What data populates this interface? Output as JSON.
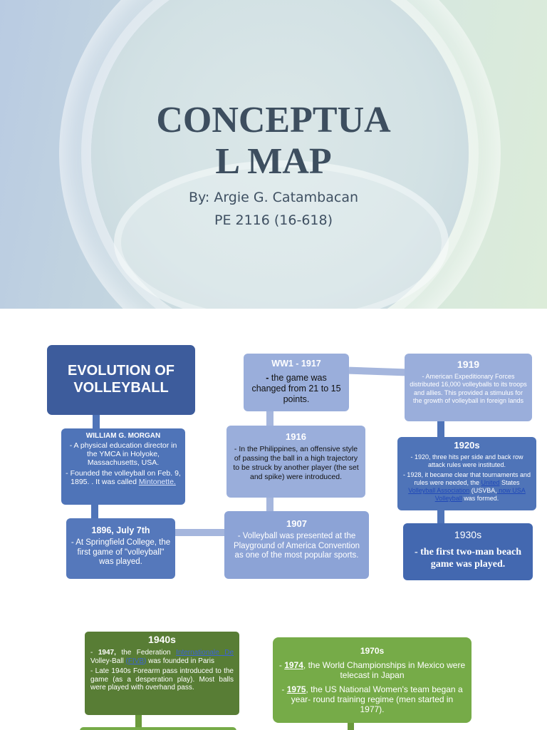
{
  "title_slide": {
    "title_line1": "CONCEPTUA",
    "title_line2": "L MAP",
    "author": "By: Argie G. Catambacan",
    "course": "PE 2116 (16-618)"
  },
  "evolution": {
    "main_title": "EVOLUTION OF VOLLEYBALL",
    "morgan": {
      "heading": "WILLIAM G. MORGAN",
      "line1": "- A physical education director in the  YMCA in Holyoke, Massachusetts, USA.",
      "line2_prefix": "- Founded the volleyball on Feb. 9, 1895.  .  It was called",
      "line2_link": "Mintonette."
    },
    "y1896": {
      "heading": "1896, July 7th",
      "text": "- At Springfield College, the first  game of \"volleyball\" was played."
    },
    "y1907": {
      "heading": "1907",
      "text": "- Volleyball was presented at the Playground of America Convention  as one of the most popular sports."
    },
    "y1916": {
      "heading": "1916",
      "text": "- In the Philippines, an offensive style of passing the ball in a high trajectory to be struck by another player (the set and  spike) were introduced."
    },
    "ww1": {
      "heading": "WW1 - 1917",
      "dash": "-",
      "text": " the game was changed from 21  to 15 points."
    },
    "y1919": {
      "heading": "1919",
      "text": "- American Expeditionary Forces distributed 16,000 volleyballs to its troops and allies. This provided a stimulus for the growth of volleyball in foreign lands"
    },
    "y1920s": {
      "heading": "1920s",
      "line1": "- 1920, three hits per side and  back row attack rules were  instituted.",
      "line2": "- 1928, it became clear that tournaments and rules were  needed, the",
      "link1": "United",
      "mid1": " States ",
      "link2": "Volleyball Association",
      "mid2": " (USVBA,",
      "link3": " now USA Volleyball",
      "end": " was  formed."
    },
    "y1930s": {
      "heading": "1930s",
      "text": "- the first two-man beach game was  played."
    },
    "y1940s": {
      "heading": "1940s",
      "line1_dash": "- ",
      "line1_year": "1947,",
      "line1_a": " the Federation ",
      "line1_link1": "Internationale De",
      "line1_b": " Volley-Ball ",
      "line1_link2": "(FIVB)",
      "line1_c": " was  founded  in Paris",
      "line2": "- Late 1940s Forearm pass  introduced to the game (as a desperation play). Most balls were  played with overhand pass."
    },
    "y1970s": {
      "heading": "1970s",
      "line1_dash": "- ",
      "line1_year": "1974",
      "line1_text": ", the World  Championships in  Mexico were telecast  in Japan",
      "line2_dash": "- ",
      "line2_year": "1975",
      "line2_text": ", the US  National Women's  team began a year-  round training  regime (men started  in 1977)."
    }
  },
  "colors": {
    "dark_blue": "#3d5c9c",
    "mid_blue": "#4f74b8",
    "light_blue": "#9aaedb",
    "dark_green": "#587d35",
    "light_green": "#76ab48",
    "title_text": "#3d4e5f"
  }
}
